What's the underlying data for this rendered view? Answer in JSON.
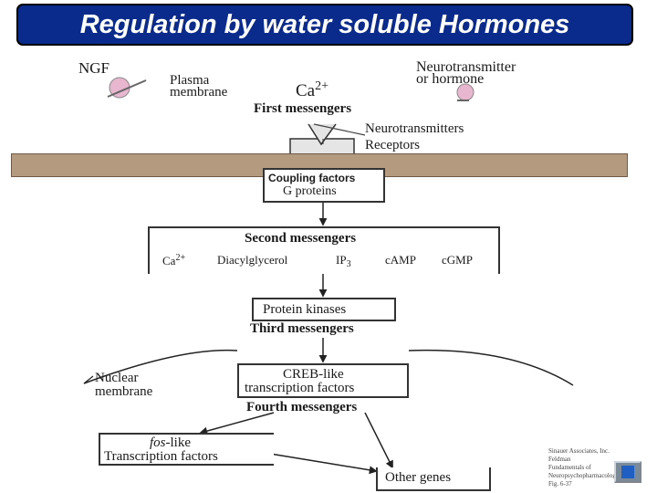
{
  "slide": {
    "title": "Regulation by water soluble Hormones"
  },
  "diagram": {
    "ngf": "NGF",
    "plasma_membrane_1": "Plasma",
    "plasma_membrane_2": "membrane",
    "ca_first": "Ca",
    "ca_first_sup": "2+",
    "neurotransmitter_1": "Neurotransmitter",
    "neurotransmitter_2": "or hormone",
    "first_messengers": "First messengers",
    "nt_receptors_1": "Neurotransmitters",
    "nt_receptors_2": "Receptors",
    "coupling_1": "Coupling factors",
    "coupling_2": "G proteins",
    "second_messengers": "Second messengers",
    "second_items": {
      "ca": "Ca",
      "ca_sup": "2+",
      "dag": "Diacylglycerol",
      "ip": "IP",
      "ip_sub": "3",
      "camp": "cAMP",
      "cgmp": "cGMP"
    },
    "protein_kinases": "Protein kinases",
    "third_messengers": "Third messengers",
    "nuclear_membrane_1": "Nuclear",
    "nuclear_membrane_2": "membrane",
    "creb_1": "CREB-like",
    "creb_2": "transcription factors",
    "fourth_messengers": "Fourth messengers",
    "fos_italic": "fos",
    "fos_rest": "-like",
    "fos_2": "Transcription factors",
    "other_genes": "Other genes",
    "credit": [
      "Sinauer Associates, Inc.",
      "Feldman",
      "Fundamentals of",
      "Neuropsychopharmacology",
      "Fig. 6-37"
    ]
  },
  "colors": {
    "title_bg": "#0a2a8c",
    "title_text": "#ffffff",
    "membrane": "#b49a7f",
    "ligand": "#e8b6cf"
  },
  "icons": {
    "nav": "next-slide-icon"
  }
}
